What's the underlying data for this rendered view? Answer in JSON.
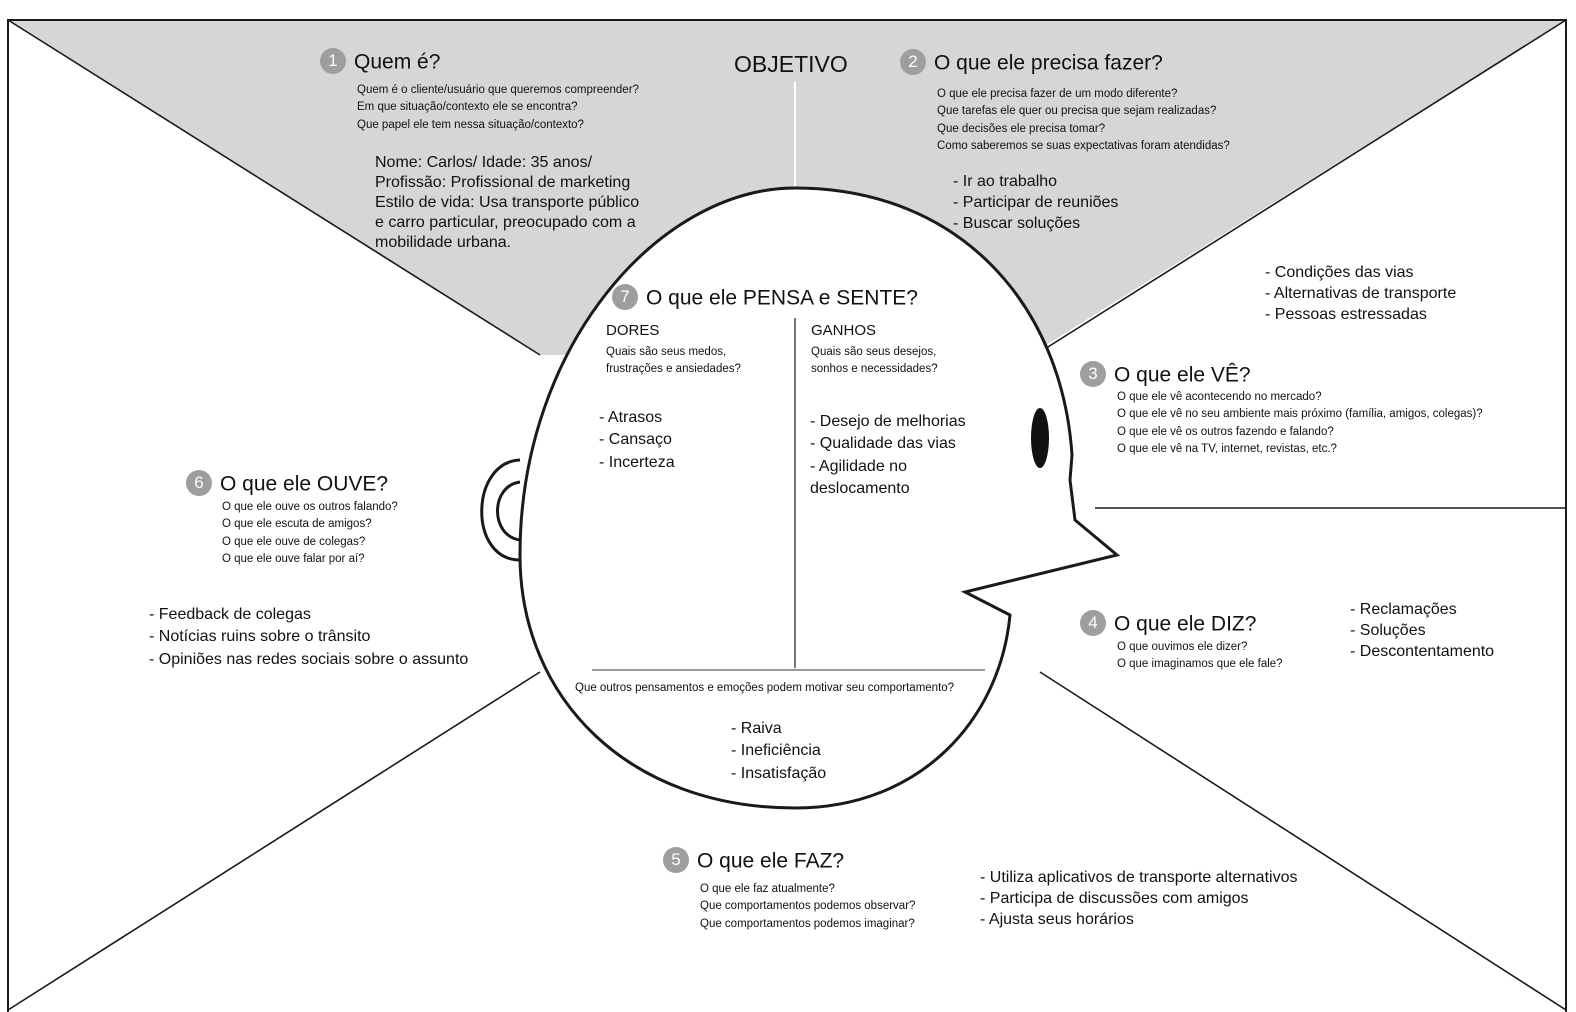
{
  "objective": "OBJETIVO",
  "sections": {
    "who": {
      "number": "1",
      "title": "Quem é?",
      "questions": [
        "Quem é o cliente/usuário que queremos compreender?",
        "Em que situação/contexto ele se encontra?",
        "Que papel ele tem nessa situação/contexto?"
      ],
      "answers": [
        "Nome: Carlos/ Idade: 35 anos/",
        "Profissão: Profissional de marketing",
        "Estilo de vida: Usa transporte público",
        "e carro particular, preocupado com a",
        "mobilidade urbana."
      ]
    },
    "needs": {
      "number": "2",
      "title": "O que ele precisa fazer?",
      "questions": [
        "O que ele precisa fazer de um modo diferente?",
        "Que tarefas ele quer ou precisa que sejam realizadas?",
        "Que decisões ele precisa tomar?",
        "Como saberemos se suas expectativas foram atendidas?"
      ],
      "answers": [
        "- Ir ao trabalho",
        "- Participar de reuniões",
        "- Buscar soluções"
      ]
    },
    "sees": {
      "number": "3",
      "title": "O que ele VÊ?",
      "questions": [
        "O que ele vê acontecendo no mercado?",
        "O que ele vê no seu ambiente mais próximo (família, amigos, colegas)?",
        "O que ele vê os outros fazendo e falando?",
        "O que ele vê na TV, internet, revistas, etc.?"
      ],
      "answers": [
        "- Condições das vias",
        "- Alternativas de transporte",
        "- Pessoas estressadas"
      ]
    },
    "says": {
      "number": "4",
      "title": "O que ele DIZ?",
      "questions": [
        "O que ouvimos ele dizer?",
        "O que imaginamos que ele fale?"
      ],
      "answers": [
        "- Reclamações",
        "- Soluções",
        "- Descontentamento"
      ]
    },
    "does": {
      "number": "5",
      "title": "O que ele FAZ?",
      "questions": [
        "O que ele faz atualmente?",
        "Que comportamentos podemos observar?",
        "Que comportamentos podemos imaginar?"
      ],
      "answers": [
        "- Utiliza aplicativos de transporte alternativos",
        "- Participa de discussões com amigos",
        "- Ajusta seus horários"
      ]
    },
    "hears": {
      "number": "6",
      "title": "O que ele OUVE?",
      "questions": [
        "O que ele ouve os outros falando?",
        "O que ele escuta de amigos?",
        "O que ele ouve de colegas?",
        "O que ele ouve falar por aí?"
      ],
      "answers": [
        "- Feedback de colegas",
        "- Notícias ruins sobre o trânsito",
        "- Opiniões nas redes sociais sobre o assunto"
      ]
    },
    "thinks": {
      "number": "7",
      "title": "O que ele PENSA e SENTE?",
      "pains": {
        "label": "DORES",
        "questions": [
          "Quais são seus medos,",
          "frustrações e ansiedades?"
        ],
        "answers": [
          "- Atrasos",
          "- Cansaço",
          "- Incerteza"
        ]
      },
      "gains": {
        "label": "GANHOS",
        "questions": [
          "Quais são seus desejos,",
          "sonhos e necessidades?"
        ],
        "answers": [
          "- Desejo de melhorias",
          "- Qualidade das vias",
          "- Agilidade no",
          "deslocamento"
        ]
      },
      "other_question": "Que outros pensamentos e emoções podem motivar seu comportamento?",
      "other_answers": [
        "- Raiva",
        "- Ineficiência",
        "- Insatisfação"
      ]
    }
  },
  "colors": {
    "objective_fill": "#d6d6d6",
    "line": "#1a1a1a",
    "badge": "#9e9e9e"
  }
}
